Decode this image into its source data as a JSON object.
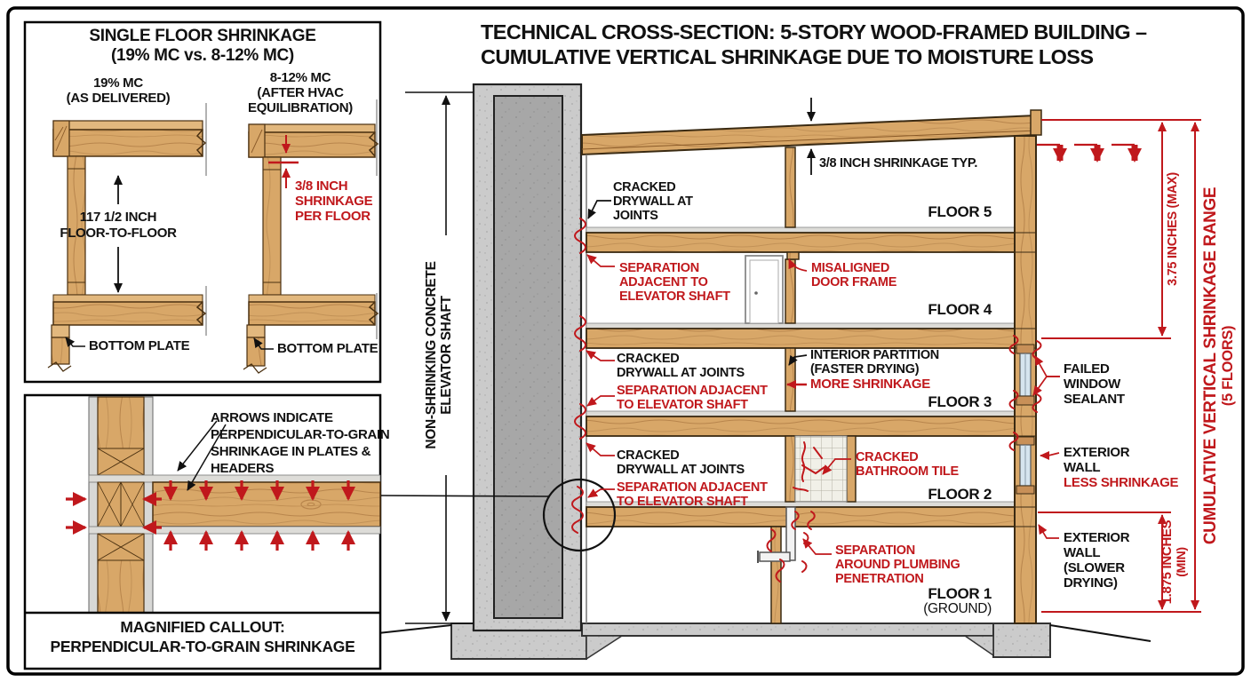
{
  "colors": {
    "red": "#c0181c",
    "black": "#111111",
    "wood": "#d8a768",
    "concrete": "#cbcbcb"
  },
  "title": {
    "line1": "TECHNICAL CROSS-SECTION: 5-STORY WOOD-FRAMED BUILDING –",
    "line2": "CUMULATIVE VERTICAL SHRINKAGE DUE TO MOISTURE LOSS"
  },
  "single_floor_panel": {
    "title": [
      "SINGLE FLOOR SHRINKAGE",
      "(19% MC vs. 8-12% MC)"
    ],
    "left_column": [
      "19% MC",
      "(AS DELIVERED)"
    ],
    "right_column": [
      "8-12% MC",
      "(AFTER HVAC",
      "EQUILIBRATION)"
    ],
    "floor_to_floor": [
      "117 1/2 INCH",
      "FLOOR-TO-FLOOR"
    ],
    "shrinkage_note": [
      "3/8 INCH",
      "SHRINKAGE",
      "PER FLOOR"
    ],
    "bottom_plate_left": "BOTTOM PLATE",
    "bottom_plate_right": "BOTTOM PLATE"
  },
  "magnified_panel": {
    "note": [
      "ARROWS INDICATE",
      "PERPENDICULAR-TO-GRAIN",
      "SHRINKAGE IN PLATES &",
      "HEADERS"
    ],
    "caption": [
      "MAGNIFIED CALLOUT:",
      "PERPENDICULAR-TO-GRAIN SHRINKAGE"
    ]
  },
  "cross_section": {
    "shaft_label": [
      "NON-SHRINKING CONCRETE",
      "ELEVATOR SHAFT"
    ],
    "roof_note": "3/8 INCH SHRINKAGE TYP.",
    "floors": [
      {
        "name": "FLOOR 5"
      },
      {
        "name": "FLOOR 4"
      },
      {
        "name": "FLOOR 3"
      },
      {
        "name": "FLOOR 2"
      },
      {
        "name": "FLOOR 1",
        "sub": "(GROUND)"
      }
    ],
    "annotations": {
      "f5_cracked": [
        "CRACKED",
        "DRYWALL AT",
        "JOINTS"
      ],
      "f4_separation": [
        "SEPARATION",
        "ADJACENT TO",
        "ELEVATOR SHAFT"
      ],
      "misaligned_door": [
        "MISALIGNED",
        "DOOR FRAME"
      ],
      "f3_cracked": [
        "CRACKED",
        "DRYWALL AT JOINTS"
      ],
      "f3_separation": [
        "SEPARATION ADJACENT",
        "TO ELEVATOR SHAFT"
      ],
      "interior_partition": [
        "INTERIOR PARTITION",
        "(FASTER DRYING)"
      ],
      "more_shrinkage": "MORE SHRINKAGE",
      "f2_cracked": [
        "CRACKED",
        "DRYWALL AT JOINTS"
      ],
      "f2_separation": [
        "SEPARATION ADJACENT",
        "TO ELEVATOR SHAFT"
      ],
      "cracked_tile": [
        "CRACKED",
        "BATHROOM TILE"
      ],
      "plumbing": [
        "SEPARATION",
        "AROUND PLUMBING",
        "PENETRATION"
      ]
    }
  },
  "right_column": {
    "max_dim": "3.75 INCHES (MAX)",
    "min_dim": [
      "1.875 INCHES",
      "(MIN)"
    ],
    "cumulative": [
      "CUMULATIVE VERTICAL SHRINKAGE RANGE",
      "(5 FLOORS)"
    ],
    "failed_window": [
      "FAILED",
      "WINDOW",
      "SEALANT"
    ],
    "exterior_wall_less": [
      "EXTERIOR",
      "WALL",
      "LESS SHRINKAGE"
    ],
    "exterior_wall_slower": [
      "EXTERIOR",
      "WALL",
      "(SLOWER",
      "DRYING)"
    ]
  }
}
